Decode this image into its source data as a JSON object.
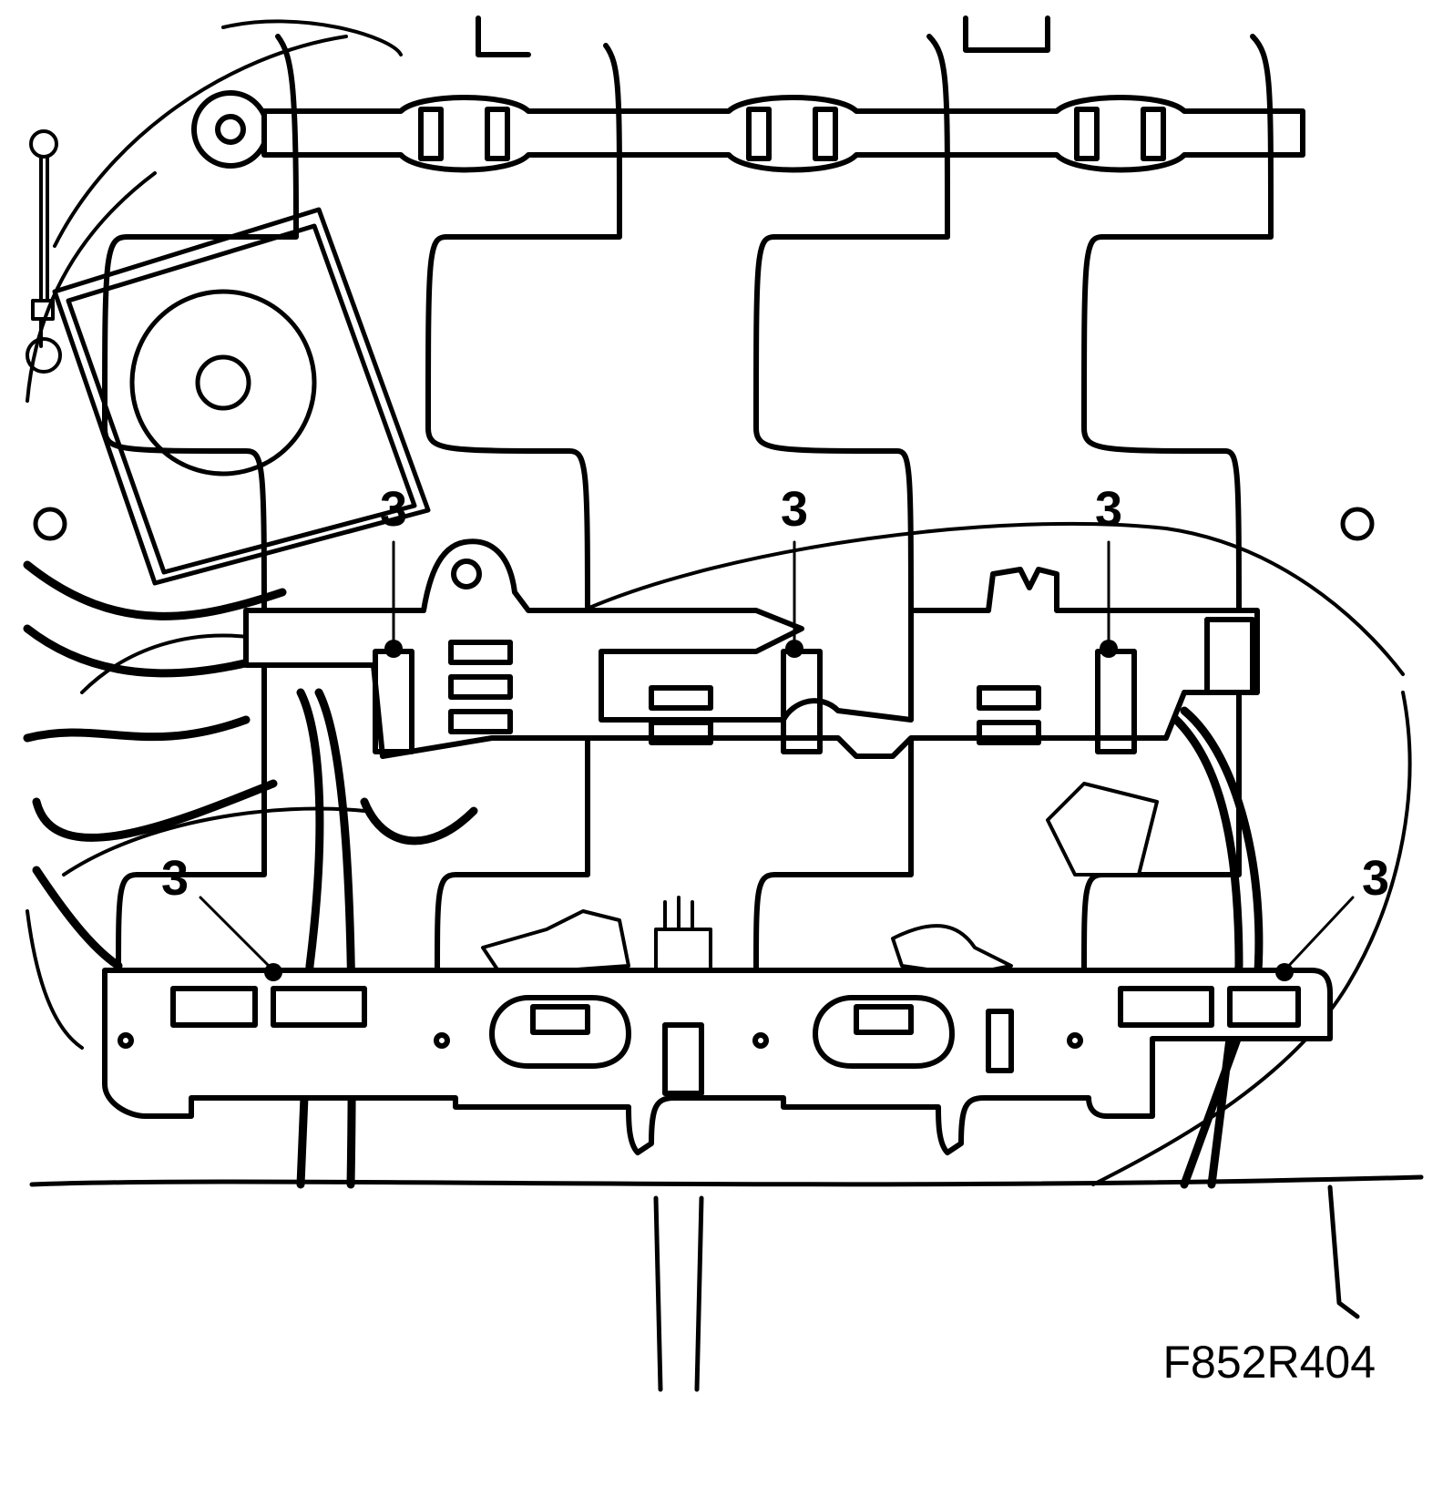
{
  "figure": {
    "id": "F852R404",
    "line_color": "#000000",
    "background_color": "#ffffff"
  },
  "callouts": [
    {
      "label": "3",
      "target": "upper-clip-left"
    },
    {
      "label": "3",
      "target": "upper-clip-center"
    },
    {
      "label": "3",
      "target": "upper-clip-right"
    },
    {
      "label": "3",
      "target": "lower-clip-left"
    },
    {
      "label": "3",
      "target": "lower-clip-right"
    }
  ]
}
